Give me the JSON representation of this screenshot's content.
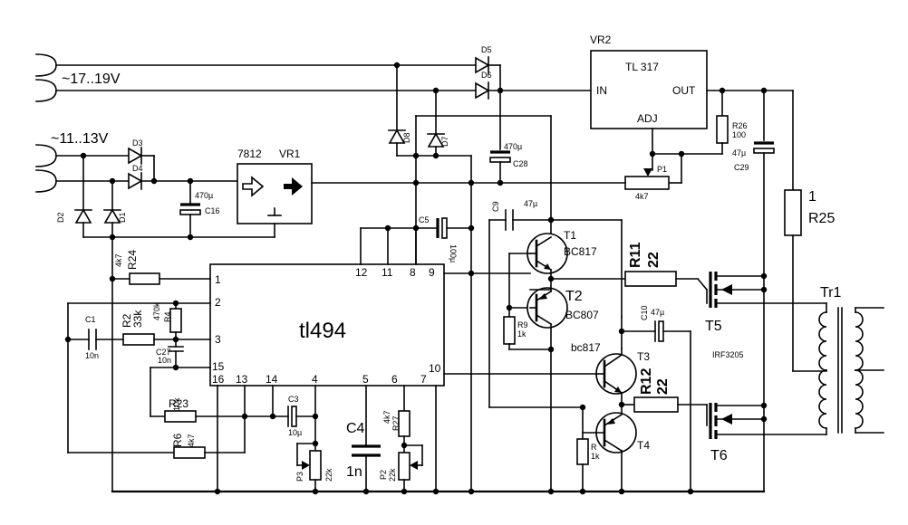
{
  "inputs": {
    "high": "~17..19V",
    "low": "~11..13V"
  },
  "regulators": {
    "vr1": {
      "ref": "VR1",
      "part": "7812"
    },
    "vr2": {
      "ref": "VR2",
      "part": "TL 317",
      "in": "IN",
      "out": "OUT",
      "adj": "ADJ"
    }
  },
  "ic": {
    "name": "tl494",
    "pins": [
      "1",
      "2",
      "3",
      "15",
      "16",
      "13",
      "14",
      "4",
      "5",
      "6",
      "7",
      "10",
      "9",
      "8",
      "11",
      "12"
    ]
  },
  "diodes": [
    "D5",
    "D6",
    "D3",
    "D4",
    "D2",
    "D1",
    "D8",
    "D7"
  ],
  "capacitors": {
    "c16": {
      "ref": "C16",
      "value": "470µ"
    },
    "c28": {
      "ref": "C28",
      "value": "470µ"
    },
    "c29": {
      "ref": "C29",
      "value": "47µ"
    },
    "c5": {
      "ref": "C5",
      "value": "100µ"
    },
    "c9": {
      "ref": "C9",
      "value": "47µ"
    },
    "c10": {
      "ref": "C10",
      "value": "47µ"
    },
    "c1": {
      "ref": "C1",
      "value": "10n"
    },
    "c27": {
      "ref": "C27",
      "value": "10n"
    },
    "c3": {
      "ref": "C3",
      "value": "10µ"
    },
    "c4": {
      "ref": "C4",
      "value": "1n"
    }
  },
  "resistors": {
    "r24": {
      "ref": "R24",
      "value": "4k7"
    },
    "r2": {
      "ref": "R2",
      "value": "33k"
    },
    "r4": {
      "ref": "R4",
      "value": "470k"
    },
    "r23": {
      "ref": "R23",
      "value": "10k"
    },
    "r6": {
      "ref": "R6",
      "value": "4k7"
    },
    "r27": {
      "ref": "R27",
      "value": "4k7"
    },
    "r26": {
      "ref": "R26",
      "value": "100"
    },
    "r25": {
      "ref": "R25",
      "value": "1"
    },
    "r11": {
      "ref": "R11",
      "value": "22"
    },
    "r12": {
      "ref": "R12",
      "value": "22"
    },
    "r9": {
      "ref": "R9",
      "value": "1k"
    },
    "r": {
      "ref": "R",
      "value": "1k"
    }
  },
  "pots": {
    "p1": {
      "ref": "P1",
      "value": "4k7"
    },
    "p2": {
      "ref": "P2",
      "value": "22k"
    },
    "p3": {
      "ref": "P3",
      "value": "22k"
    }
  },
  "transistors": {
    "t1": {
      "ref": "T1",
      "part": "BC817"
    },
    "t2": {
      "ref": "T2",
      "part": "BC807"
    },
    "t3": {
      "ref": "T3",
      "part": "bc817"
    },
    "t4": {
      "ref": "T4"
    },
    "t5": {
      "ref": "T5",
      "part": "IRF3205"
    },
    "t6": {
      "ref": "T6"
    }
  },
  "transformer": {
    "ref": "Tr1"
  }
}
